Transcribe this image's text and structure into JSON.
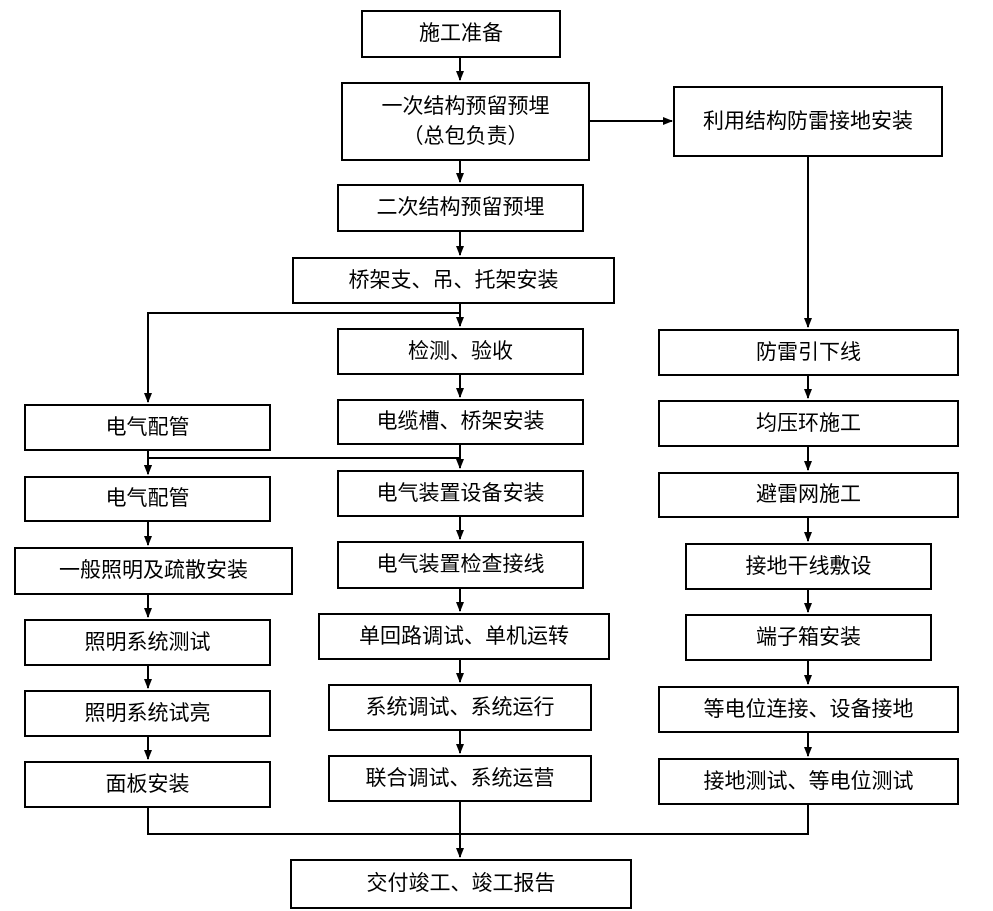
{
  "nodes": {
    "prep": "施工准备",
    "primary_line1": "一次结构预留预埋",
    "primary_line2": "（总包负责）",
    "lightning_use": "利用结构防雷接地安装",
    "secondary": "二次结构预留预埋",
    "bracket": "桥架支、吊、托架安装",
    "inspect": "检测、验收",
    "tray": "电缆槽、桥架安装",
    "conduit_a": "电气配管",
    "conduit_b": "电气配管",
    "lighting_install": "一般照明及疏散安装",
    "lighting_test": "照明系统测试",
    "lighting_trial": "照明系统试亮",
    "panel": "面板安装",
    "device_install": "电气装置设备安装",
    "device_check": "电气装置检查接线",
    "single_loop": "单回路调试、单机运转",
    "system_debug": "系统调试、系统运行",
    "joint_debug": "联合调试、系统运营",
    "down_conductor": "防雷引下线",
    "equalizing_ring": "均压环施工",
    "lightning_net": "避雷网施工",
    "ground_main": "接地干线敷设",
    "terminal_box": "端子箱安装",
    "equipotential": "等电位连接、设备接地",
    "ground_test": "接地测试、等电位测试",
    "handover": "交付竣工、竣工报告"
  }
}
